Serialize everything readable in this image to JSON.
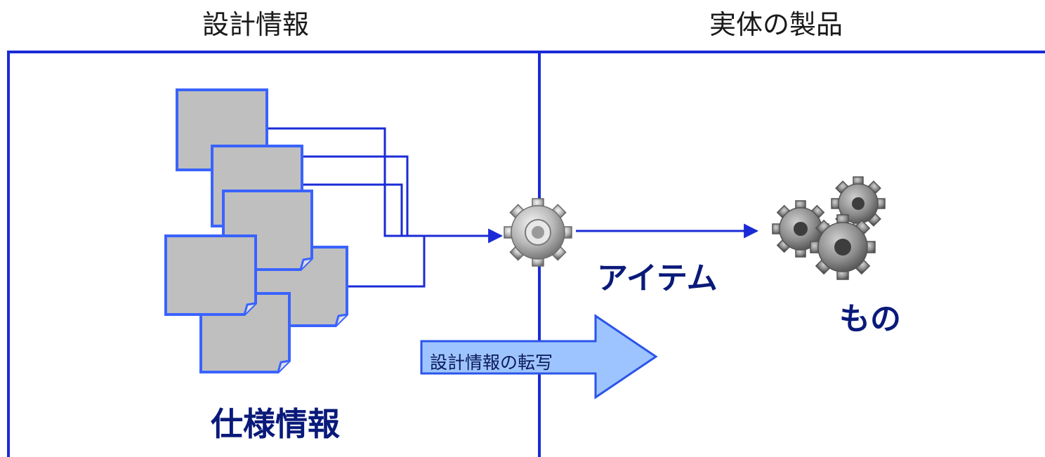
{
  "header": {
    "left_title": "設計情報",
    "right_title": "実体の製品"
  },
  "labels": {
    "item": "アイテム",
    "thing": "もの",
    "spec_info": "仕様情報",
    "transfer": "設計情報の転写"
  },
  "icons": {
    "documents": "document-icon",
    "single_gear": "gear-icon",
    "gear_cluster": "gears-icon"
  },
  "colors": {
    "frame_blue": "#1a2bd6",
    "doc_border": "#3a63ff",
    "doc_fill": "#bfbfbf",
    "label_navy": "#0a1a7a",
    "arrow_fill": "#9ec4ff",
    "arrow_border": "#2b55e8"
  }
}
